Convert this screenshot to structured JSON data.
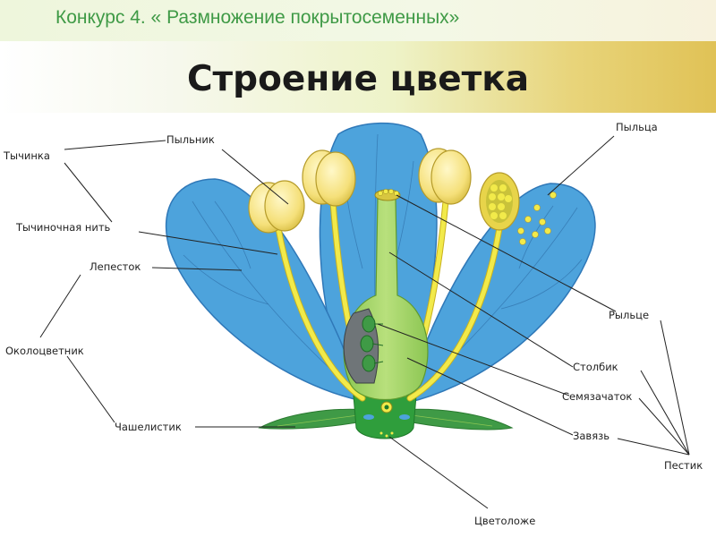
{
  "header": {
    "contest_title": "Конкурс 4. « Размножение покрытосеменных»"
  },
  "banner": {
    "title": "Строение цветка"
  },
  "labels": {
    "stamen": "Тычинка",
    "anther": "Пыльник",
    "filament": "Тычиночная нить",
    "petal": "Лепесток",
    "perianth": "Околоцветник",
    "sepal": "Чашелистик",
    "receptacle": "Цветоложе",
    "pollen": "Пыльца",
    "stigma": "Рыльце",
    "style": "Столбик",
    "ovule": "Семязачаток",
    "ovary": "Завязь",
    "pistil": "Пестик"
  },
  "colors": {
    "header_text": "#3f9a46",
    "petal": "#4da3dc",
    "petal_vein": "#2f6fa8",
    "anther": "#f5e07a",
    "filament": "#f2ea4a",
    "pistil": "#a8d86a",
    "sepal": "#3f9a46",
    "receptacle": "#2f9e3c"
  }
}
